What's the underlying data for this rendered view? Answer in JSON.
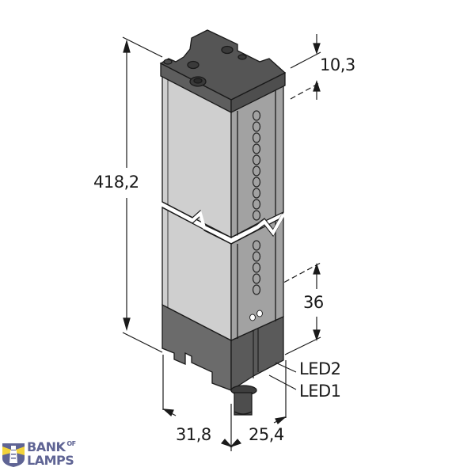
{
  "diagram": {
    "type": "dimensioned product drawing",
    "subject": "rectangular sensor housing with LED column, broken-view middle section, connector at base",
    "colors": {
      "housing_dark": "#5a5a5a",
      "housing_cap_top": "#4a4a4a",
      "body_front": "#cfcfcf",
      "body_side": "#9a9a9a",
      "line": "#1a1a1a",
      "logo_blue": "#5f6494",
      "logo_yellow": "#f2d33b"
    },
    "dimensions": {
      "height": "418,2",
      "cap_offset": "10,3",
      "led_spacing": "36",
      "depth": "31,8",
      "width": "25,4"
    },
    "labels": {
      "led2": "LED2",
      "led1": "LED1"
    }
  },
  "watermark": {
    "line1": "BANK",
    "of": "OF",
    "line2": "LAMPS"
  }
}
